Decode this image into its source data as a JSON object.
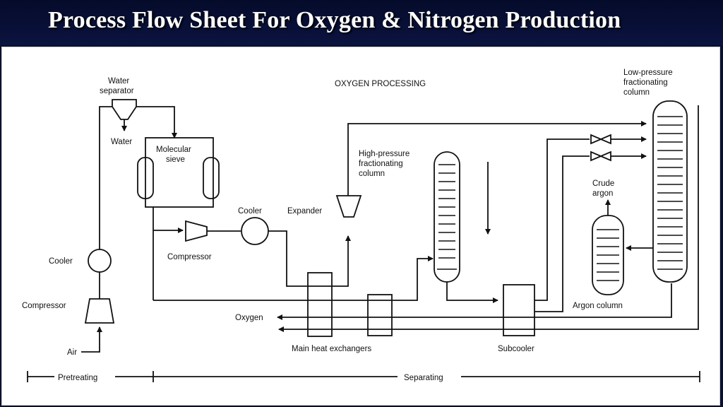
{
  "title": "Process Flow Sheet For Oxygen & Nitrogen Production",
  "diagram": {
    "heading": "OXYGEN PROCESSING",
    "labels": {
      "water_separator_1": "Water",
      "water_separator_2": "separator",
      "water": "Water",
      "molecular_sieve_1": "Molecular",
      "molecular_sieve_2": "sieve",
      "cooler_left": "Cooler",
      "compressor_left": "Compressor",
      "air": "Air",
      "compressor_mid": "Compressor",
      "cooler_mid": "Cooler",
      "expander": "Expander",
      "hp_column_1": "High-pressure",
      "hp_column_2": "fractionating",
      "hp_column_3": "column",
      "lp_column_1": "Low-pressure",
      "lp_column_2": "fractionating",
      "lp_column_3": "column",
      "crude_argon_1": "Crude",
      "crude_argon_2": "argon",
      "argon_column": "Argon column",
      "oxygen": "Oxygen",
      "main_heat_exchangers": "Main heat exchangers",
      "subcooler": "Subcooler",
      "pretreating": "Pretreating",
      "separating": "Separating"
    }
  }
}
